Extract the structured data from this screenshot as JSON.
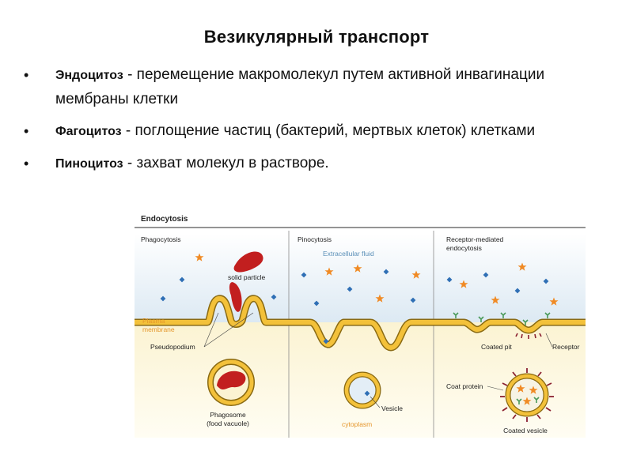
{
  "slide": {
    "title": "Везикулярный транспорт",
    "bullets": [
      {
        "term": "Эндоцитоз",
        "text": " - перемещение макромолекул путем активной инвагинации мембраны клетки"
      },
      {
        "term": "Фагоцитоз",
        "text": " - поглощение частиц (бактерий, мертвых клеток) клетками"
      },
      {
        "term": "Пиноцитоз",
        "text": " - захват молекул в растворе."
      }
    ]
  },
  "figure": {
    "header": "Endocytosis",
    "panels": {
      "phago": "Phagocytosis",
      "pino": "Pinocytosis",
      "receptor_line1": "Receptor-mediated",
      "receptor_line2": "endocytosis"
    },
    "labels": {
      "solid_particle": "solid particle",
      "plasma_line1": "Plasma",
      "plasma_line2": "membrane",
      "pseudopodium": "Pseudopodium",
      "phagosome_line1": "Phagosome",
      "phagosome_line2": "(food vacuole)",
      "extracellular": "Extracellular fluid",
      "vesicle": "Vesicle",
      "cytoplasm": "cytoplasm",
      "coated_pit": "Coated pit",
      "receptor": "Receptor",
      "coat_protein": "Coat protein",
      "coated_vesicle": "Coated vesicle"
    },
    "colors": {
      "membrane": "#f3c13a",
      "membrane_edge": "#8a6a12",
      "particle": "#c21f1f",
      "star": "#f08a24",
      "molecule": "#2f6fb5",
      "receptor": "#4a9a5a",
      "coat": "#8b2030",
      "extracellular_bg": "#e3eef6",
      "cytoplasm_bg": "#fbf4d6"
    }
  }
}
